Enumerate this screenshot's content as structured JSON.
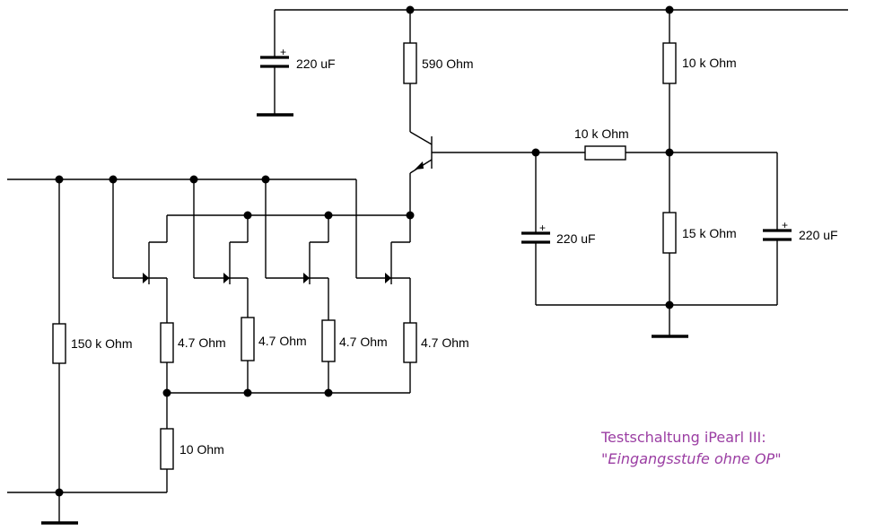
{
  "schematic": {
    "resistors": {
      "r_bias": "150 k Ohm",
      "r_e1": "4.7  Ohm",
      "r_e2": "4.7  Ohm",
      "r_e3": "4.7  Ohm",
      "r_e4": "4.7  Ohm",
      "r_common": "10  Ohm",
      "r_collector": "590  Ohm",
      "r_top": "10 k Ohm",
      "r_series": "10 k Ohm",
      "r_bottom": "15 k Ohm"
    },
    "capacitors": {
      "c_supply": "220 uF",
      "c_mid": "220 uF",
      "c_right": "220 uF",
      "polarity_mark": "+"
    }
  },
  "caption": {
    "line1": "Testschaltung  iPearl III:",
    "line2": "\"Eingangsstufe ohne OP\""
  },
  "colors": {
    "wire": "#000000",
    "caption": "#9b3ea3"
  }
}
